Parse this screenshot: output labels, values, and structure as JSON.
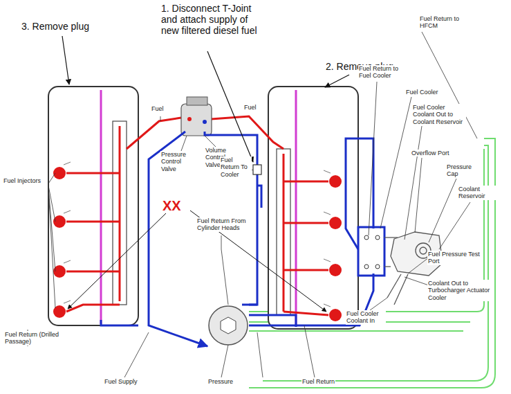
{
  "diagram": {
    "labels": [
      "1. Disconnect T-Joint and attach supply of new filtered diesel fuel",
      "3. Remove plug",
      "2. Remove plug",
      "Fuel",
      "Fuel",
      "Fuel Return to HFCM",
      "Fuel Return to Fuel Cooler",
      "Fuel Cooler",
      "Fuel Cooler Coolant Out to Coolant Reservoir",
      "Overflow Port",
      "Pressure Cap",
      "Coolant Reservoir",
      "Fuel Injectors",
      "Pressure Control Valve",
      "Volume Control Valve",
      "Fuel Return To Cooler",
      "XX",
      "Fuel Return From Cylinder Heads",
      "Fuel Pressure Test Port",
      "Coolant Out to Turbocharger Actuator Cooler",
      "Fuel Cooler Coolant In",
      "Fuel Return (Drilled Passage)",
      "Fuel Supply",
      "Pressure",
      "Fuel Return"
    ]
  }
}
